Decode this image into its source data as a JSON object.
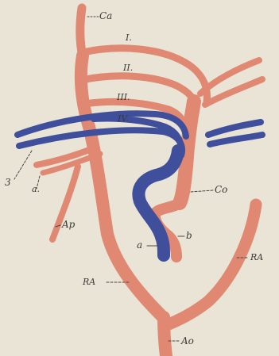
{
  "colors": {
    "background": "#e9e4d6",
    "artery": "#e08872",
    "artery_edge": "#c86a55",
    "vein": "#3f4f9c",
    "vein_edge": "#2c3a7c",
    "leader": "#4a4944"
  },
  "labels": {
    "ca": "Ca",
    "arch_1": "I.",
    "arch_2": "II.",
    "arch_3": "III.",
    "arch_4": "IV.",
    "num_3": "3",
    "a_small": "a.",
    "ap": "Ap",
    "co": "Co",
    "a": "a",
    "b": "b",
    "ra_left": "RA",
    "ra_right": "RA",
    "ao": "Ao"
  }
}
